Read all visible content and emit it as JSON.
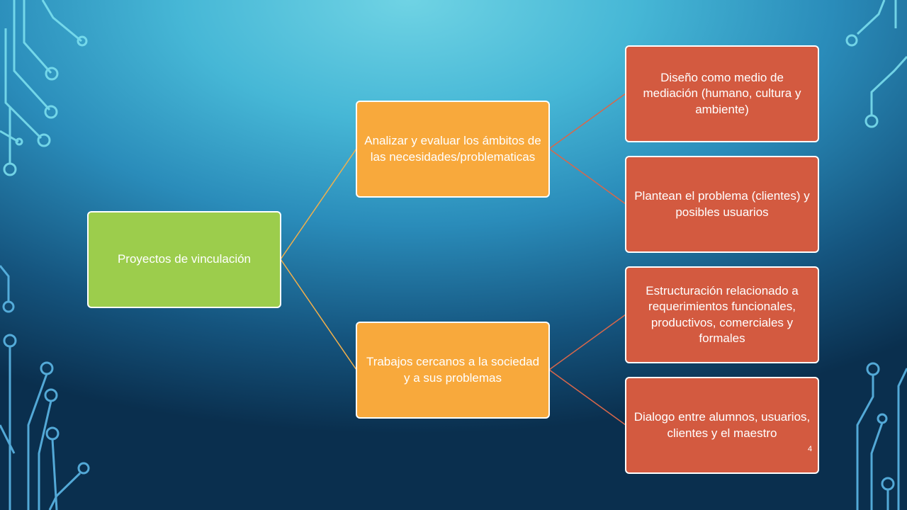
{
  "diagram": {
    "root": {
      "label": "Proyectos de vinculación"
    },
    "branches": [
      {
        "label": "Analizar y evaluar los ámbitos de las necesidades/problematicas",
        "children": [
          {
            "label": "Diseño como medio de mediación (humano, cultura y ambiente)"
          },
          {
            "label": "Plantean el problema (clientes) y posibles usuarios"
          }
        ]
      },
      {
        "label": "Trabajos cercanos a la sociedad y a sus problemas",
        "children": [
          {
            "label": "Estructuración relacionado a requerimientos funcionales, productivos, comerciales y formales"
          },
          {
            "label": "Dialogo entre alumnos, usuarios, clientes y el maestro"
          }
        ]
      }
    ]
  },
  "slide": {
    "page_number": "4"
  },
  "colors": {
    "root": "#9ccd4c",
    "branch": "#f8a93c",
    "leaf": "#d35a40",
    "root_connector": "#f3b04a",
    "leaf_connector": "#d9674a"
  }
}
